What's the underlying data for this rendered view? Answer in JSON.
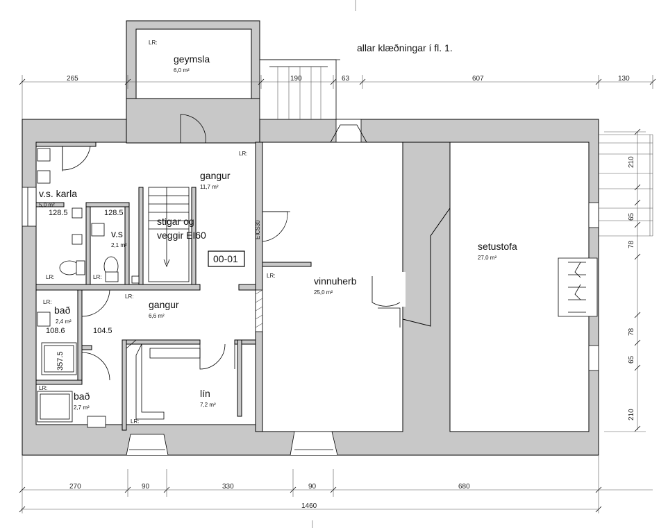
{
  "rooms": {
    "geymsla": {
      "name": "geymsla",
      "area": "6,0 m²"
    },
    "gangur_upper": {
      "name": "gangur",
      "area": "11,7 m²"
    },
    "vs_karla": {
      "name": "v.s. karla",
      "area": "5,0 m²"
    },
    "vs": {
      "name": "v.s",
      "area": "2,1 m²"
    },
    "stairs": {
      "line1": "stigar og",
      "line2": "veggir EI60"
    },
    "gangur_lower": {
      "name": "gangur",
      "area": "6,6 m²"
    },
    "bad_1": {
      "name": "bað",
      "area": "2,4 m²"
    },
    "bad_2": {
      "name": "bað",
      "area": "2,7 m²"
    },
    "lin": {
      "name": "lín",
      "area": "7,2 m²"
    },
    "vinnuherb": {
      "name": "vinnuherb",
      "area": "25,0 m²"
    },
    "setustofa": {
      "name": "setustofa",
      "area": "27,0 m²"
    }
  },
  "lr_label": "LR:",
  "room_code": "00-01",
  "door_rating": "EICS30",
  "note": "allar klæðningar í fl. 1.",
  "inner_dims": {
    "a": "128.5",
    "b": "128.5",
    "c": "108.6",
    "d": "104.5",
    "shower": "357.5"
  },
  "dims_top": [
    "265",
    "190",
    "63",
    "607",
    "130"
  ],
  "dims_bottom": [
    "270",
    "90",
    "330",
    "90",
    "680"
  ],
  "dims_total": "1460",
  "dims_right": [
    "210",
    "65",
    "78",
    "78",
    "65",
    "210"
  ]
}
